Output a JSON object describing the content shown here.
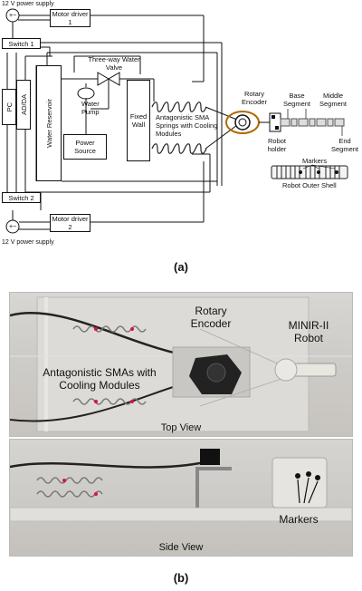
{
  "panel_a": {
    "caption": "(a)",
    "power_top": "12 V power supply",
    "power_bottom": "12 V power supply",
    "motor_driver_1": "Motor driver 1",
    "motor_driver_2": "Motor driver 2",
    "switch_1": "Switch 1",
    "switch_2": "Switch 2",
    "pc": "PC",
    "adda": "AD/DA",
    "water_reservoir": "Water Reservoir",
    "valve": "Three-way Water Valve",
    "water_pump": "Water Pump",
    "power_source": "Power Source",
    "fixed_wall": "Fixed Wall",
    "sma_springs": "Antagonistic SMA Springs with Cooling Modules",
    "rotary_encoder": "Rotary Encoder",
    "base_segment": "Base Segment",
    "middle_segment": "Middle Segment",
    "end_segment": "End Segment",
    "robot_holder": "Robot holder",
    "markers": "Markers",
    "outer_shell": "Robot Outer Shell"
  },
  "panel_b": {
    "caption": "(b)",
    "rotary_encoder": "Rotary Encoder",
    "robot": "MINIR-II Robot",
    "smas": "Antagonistic SMAs with Cooling Modules",
    "top_view": "Top View",
    "side_view": "Side View",
    "markers": "Markers"
  }
}
